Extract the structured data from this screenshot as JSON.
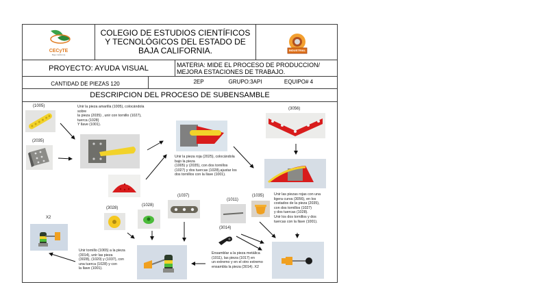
{
  "header": {
    "left_logo": {
      "name": "CECyTE",
      "subtitle": "Baja California"
    },
    "title": "COLEGIO DE ESTUDIOS CIENTÍFICOS Y TECNOLÓGICOS DEL ESTADO DE BAJA CALIFORNIA.",
    "right_logo": {
      "name": "INDUSTRIAL"
    }
  },
  "row2": {
    "proyecto": "PROYECTO: AYUDA VISUAL",
    "materia_line1": "MATERIA: MIDE EL PROCESO DE PRODUCCION/",
    "materia_line2": "MEJORA ESTACIONES DE TRABAJO."
  },
  "row3": {
    "cantidad": "CANTIDAD DE PIEZAS 120",
    "semestre": "2EP",
    "grupo": "GRUPO:3API",
    "equipo": "EQUIPO# 4"
  },
  "section_title": "DESCRIPCION DEL PROCESO DE SUBENSAMBLE",
  "parts": {
    "p1005": "(1005)",
    "p2035": "(2035)",
    "p3056": "(3056)",
    "p3028": "(3028)",
    "p1028": "(1028)",
    "p1037": "(1037)",
    "p1011": "(1011)",
    "p1035": "(1035)",
    "p3014": "(3014)",
    "x2": "X2"
  },
  "steps": {
    "step1": "Unir la pieza amarilla (1005), colocándola\nsobre\n la pieza (2035) , unir con tornillo (1027),\ntuerca (1028)\nY llave (1001).",
    "step2": "Unir la pieza roja (2025), colocándola\nbajo la pieza\n (1005) y (2035),  con dos tornillos\n(1027) y dos tuercas (1028),ajustar los\ndos tornillos con la llave (1001).",
    "step3": "Unir las piezas rojas con una\nligera curva (3056), en los\ncostados de la pieza (2035),\ncon dos tornillos (1027)\ny dos tuercas (1028).\nUnir los dos  tornillos y dos\ntuercas con la llave (1001).",
    "step4": "Ensamblar a la pieza metálica\n(1011), las pieza (1017) en\nun extremo y en el otro extremo\nensambla la pieza (3014).   X2",
    "step5": "Unir tornillo (1065) a la pieza\n(3014), unir las pieza\n(3028),  (1020) y (1037), con\nuna tuerca (1028) y con\nla llave (1001)."
  },
  "colors": {
    "border": "#3a3a3a",
    "yellow_part": "#f2d22a",
    "red_part": "#d81c1c",
    "green_part": "#4cbb3a",
    "orange_part": "#f0a020",
    "metal": "#9a9a98"
  }
}
